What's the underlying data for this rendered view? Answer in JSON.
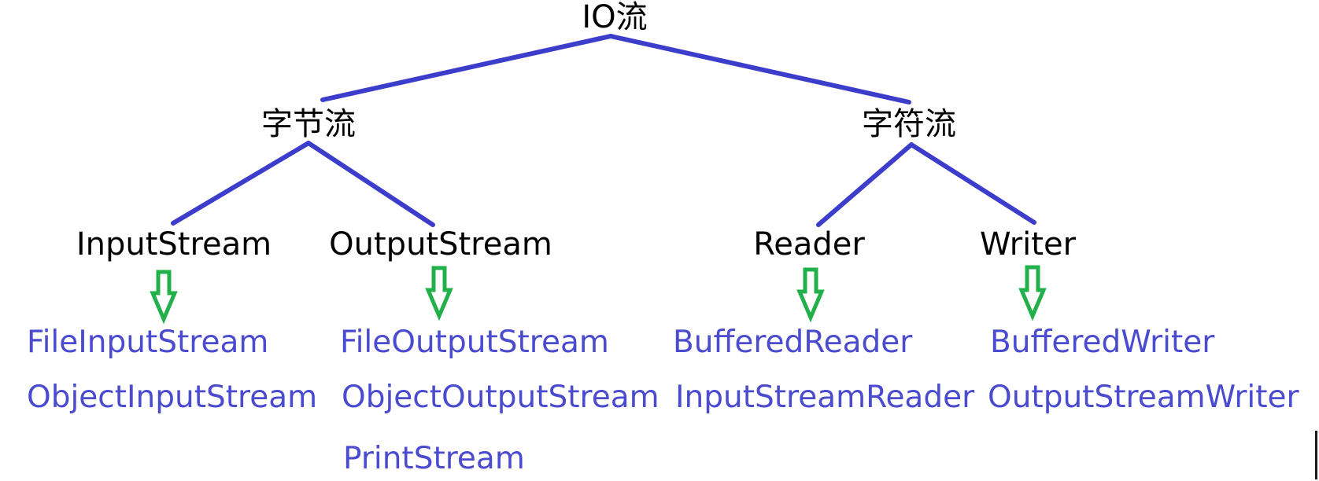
{
  "root": {
    "label": "IO流"
  },
  "branches": [
    {
      "label": "字节流",
      "children": [
        {
          "label": "InputStream",
          "impls": [
            "FileInputStream",
            "ObjectInputStream"
          ]
        },
        {
          "label": "OutputStream",
          "impls": [
            "FileOutputStream",
            "ObjectOutputStream",
            "PrintStream"
          ]
        }
      ]
    },
    {
      "label": "字符流",
      "children": [
        {
          "label": "Reader",
          "impls": [
            "BufferedReader",
            "InputStreamReader"
          ]
        },
        {
          "label": "Writer",
          "impls": [
            "BufferedWriter",
            "OutputStreamWriter"
          ]
        }
      ]
    }
  ],
  "colors": {
    "tree_line": "#3d3dcc",
    "arrow": "#22b04a",
    "impl_text": "#4b4bd0",
    "node_text": "#000000"
  }
}
